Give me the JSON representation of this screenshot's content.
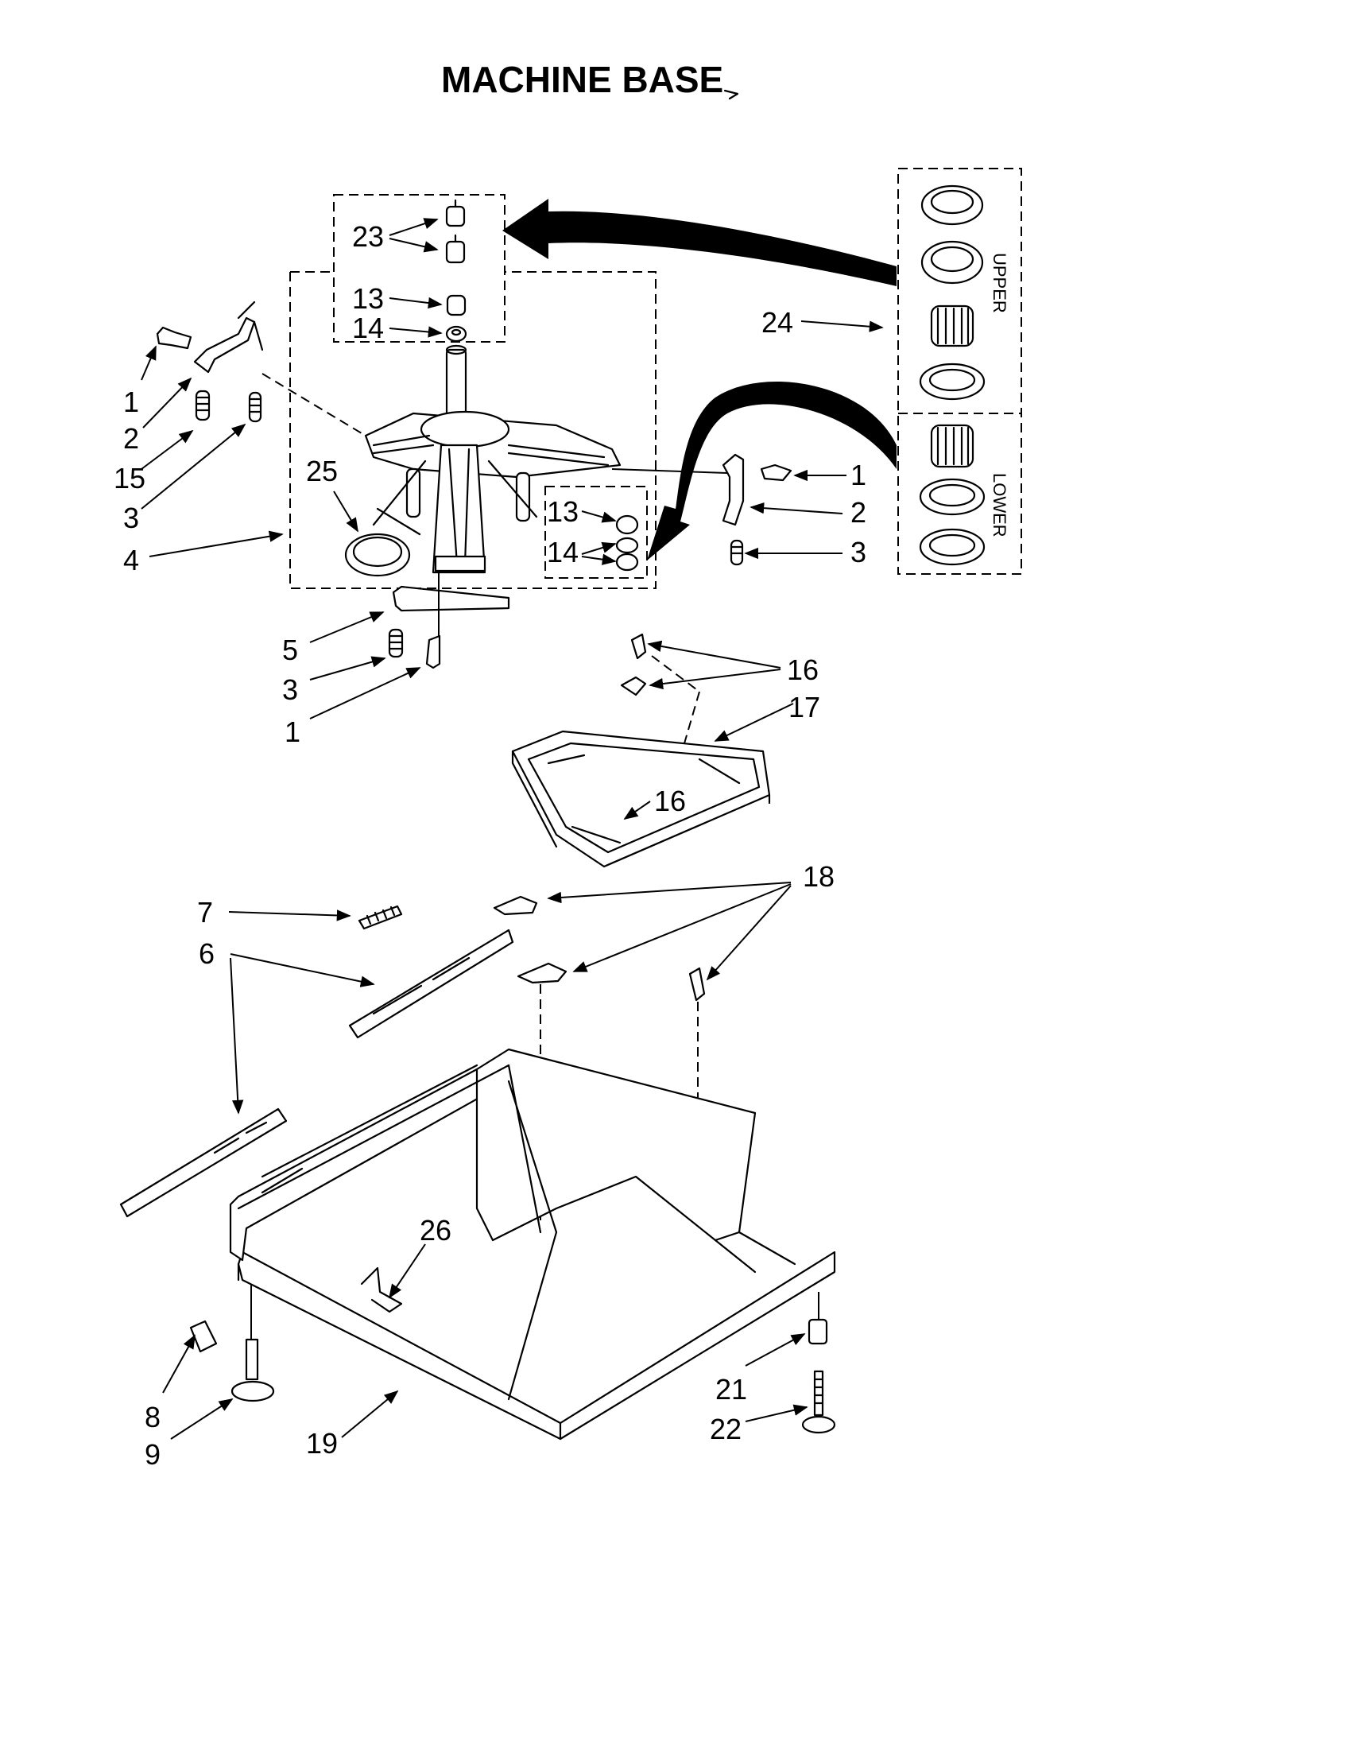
{
  "title": "MACHINE BASE",
  "kit_labels": {
    "upper": "UPPER",
    "lower": "LOWER"
  },
  "callouts": {
    "n1": "1",
    "n2": "2",
    "n3": "3",
    "n4": "4",
    "n5": "5",
    "n6": "6",
    "n7": "7",
    "n8": "8",
    "n9": "9",
    "n13": "13",
    "n14": "14",
    "n15": "15",
    "n16": "16",
    "n17": "17",
    "n18": "18",
    "n19": "19",
    "n21": "21",
    "n22": "22",
    "n23": "23",
    "n24": "24",
    "n25": "25",
    "n26": "26"
  }
}
